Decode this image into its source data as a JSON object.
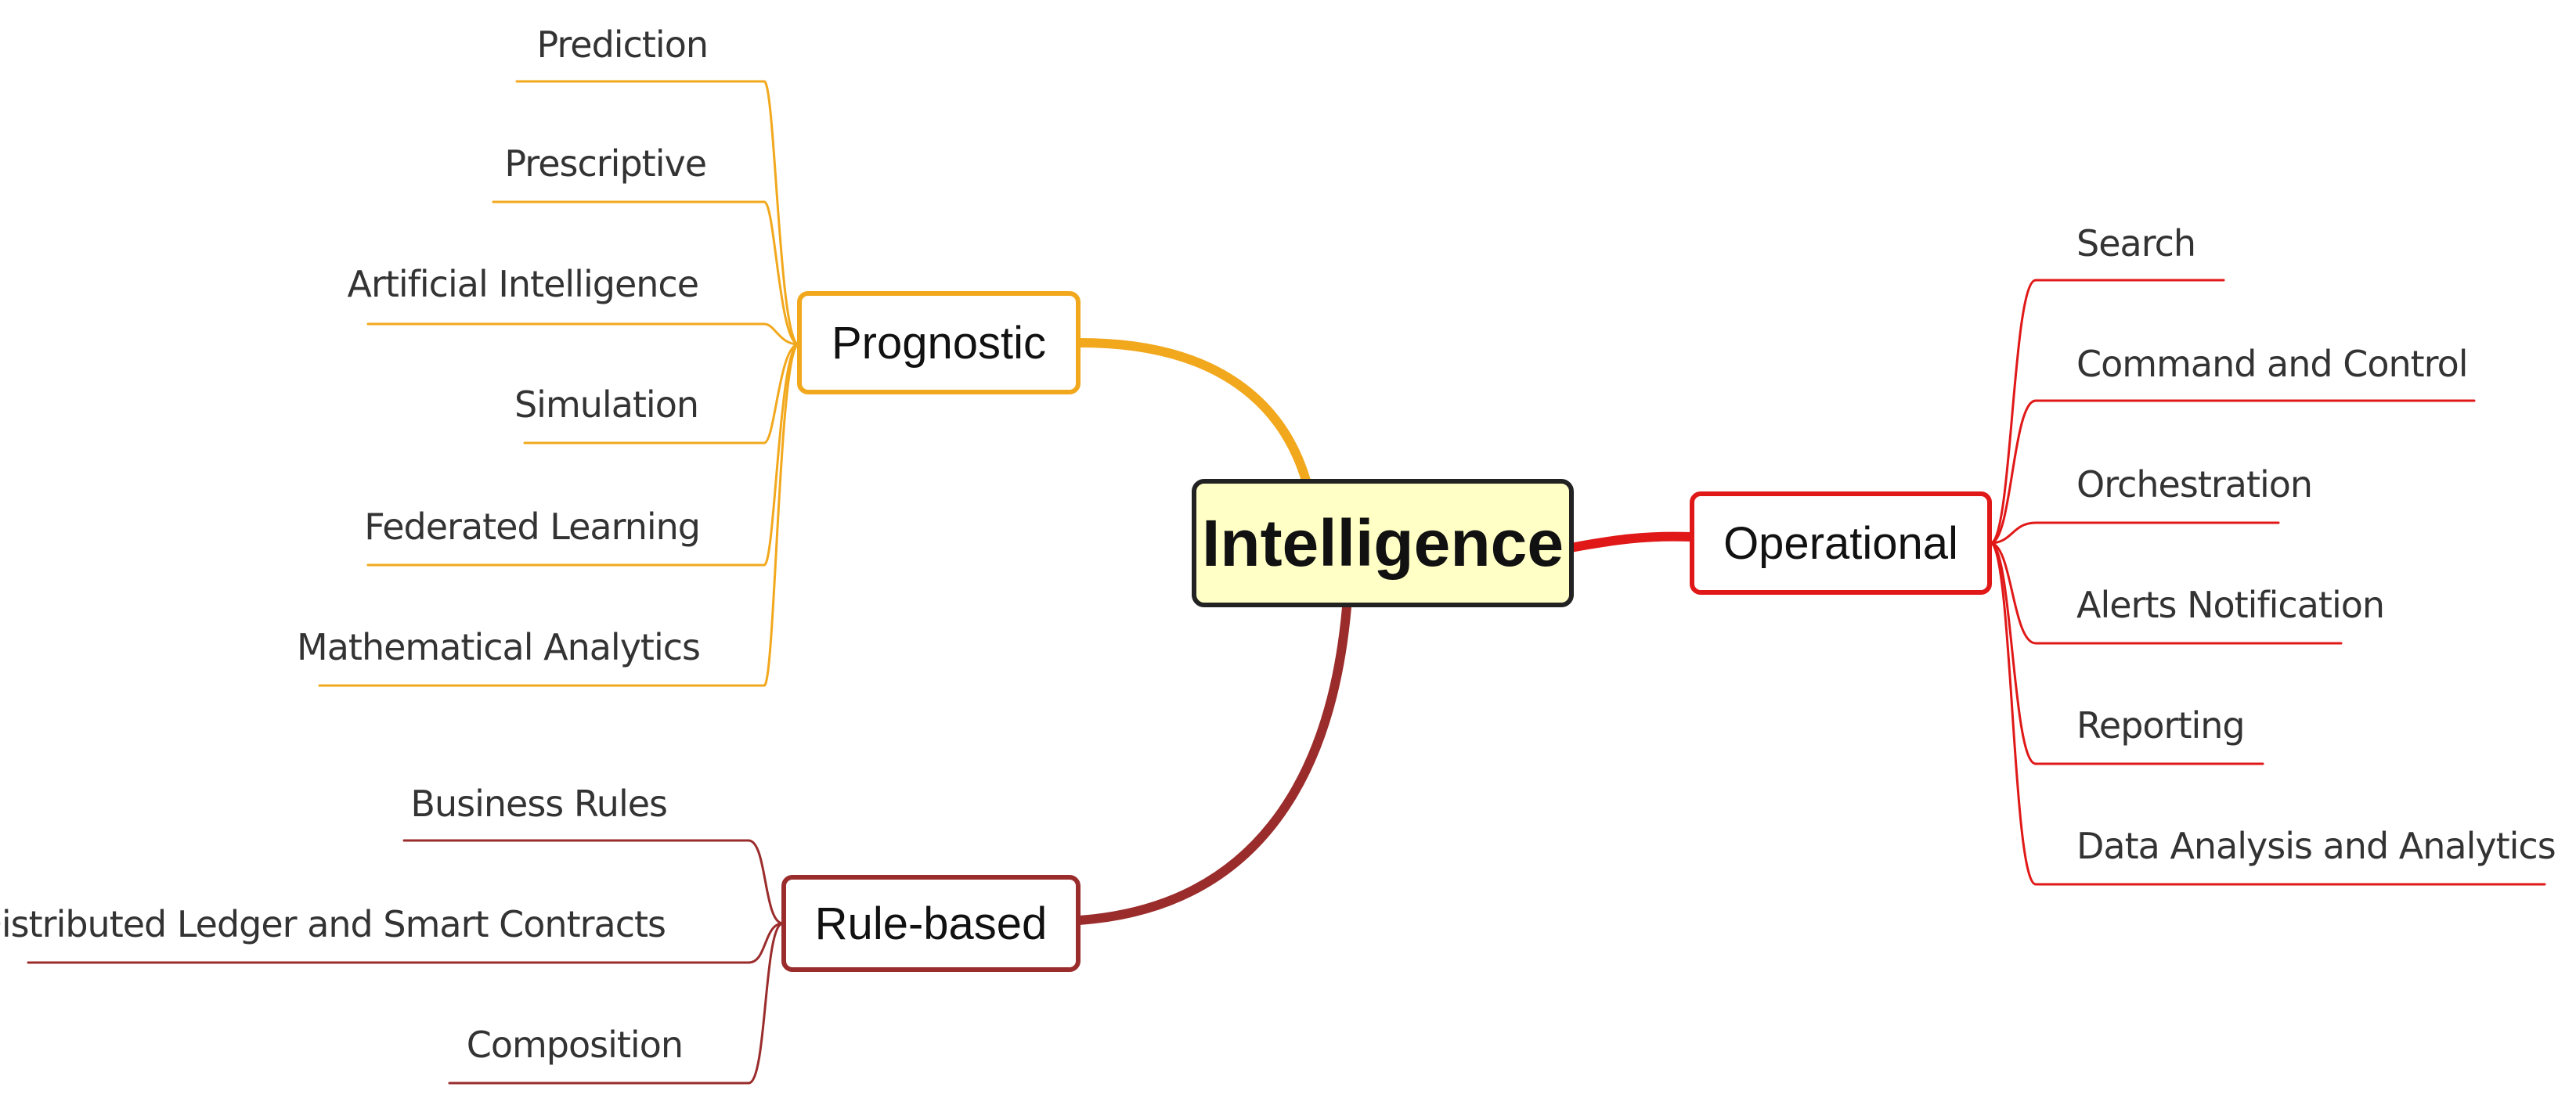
{
  "root": {
    "label": "Intelligence"
  },
  "colors": {
    "prognostic": "#f2a81d",
    "operational": "#e01818",
    "rule_based": "#9b2c2c",
    "root_fill": "#ffffc6"
  },
  "branches": {
    "prognostic": {
      "label": "Prognostic",
      "leaves": [
        "Prediction",
        "Prescriptive",
        "Artificial Intelligence",
        "Simulation",
        "Federated Learning",
        "Mathematical Analytics"
      ]
    },
    "operational": {
      "label": "Operational",
      "leaves": [
        "Search",
        "Command and Control",
        "Orchestration",
        "Alerts Notification",
        "Reporting",
        "Data Analysis and Analytics"
      ]
    },
    "rule_based": {
      "label": "Rule-based",
      "leaves": [
        "Business Rules",
        "Distributed Ledger and Smart Contracts",
        "Composition"
      ]
    }
  }
}
